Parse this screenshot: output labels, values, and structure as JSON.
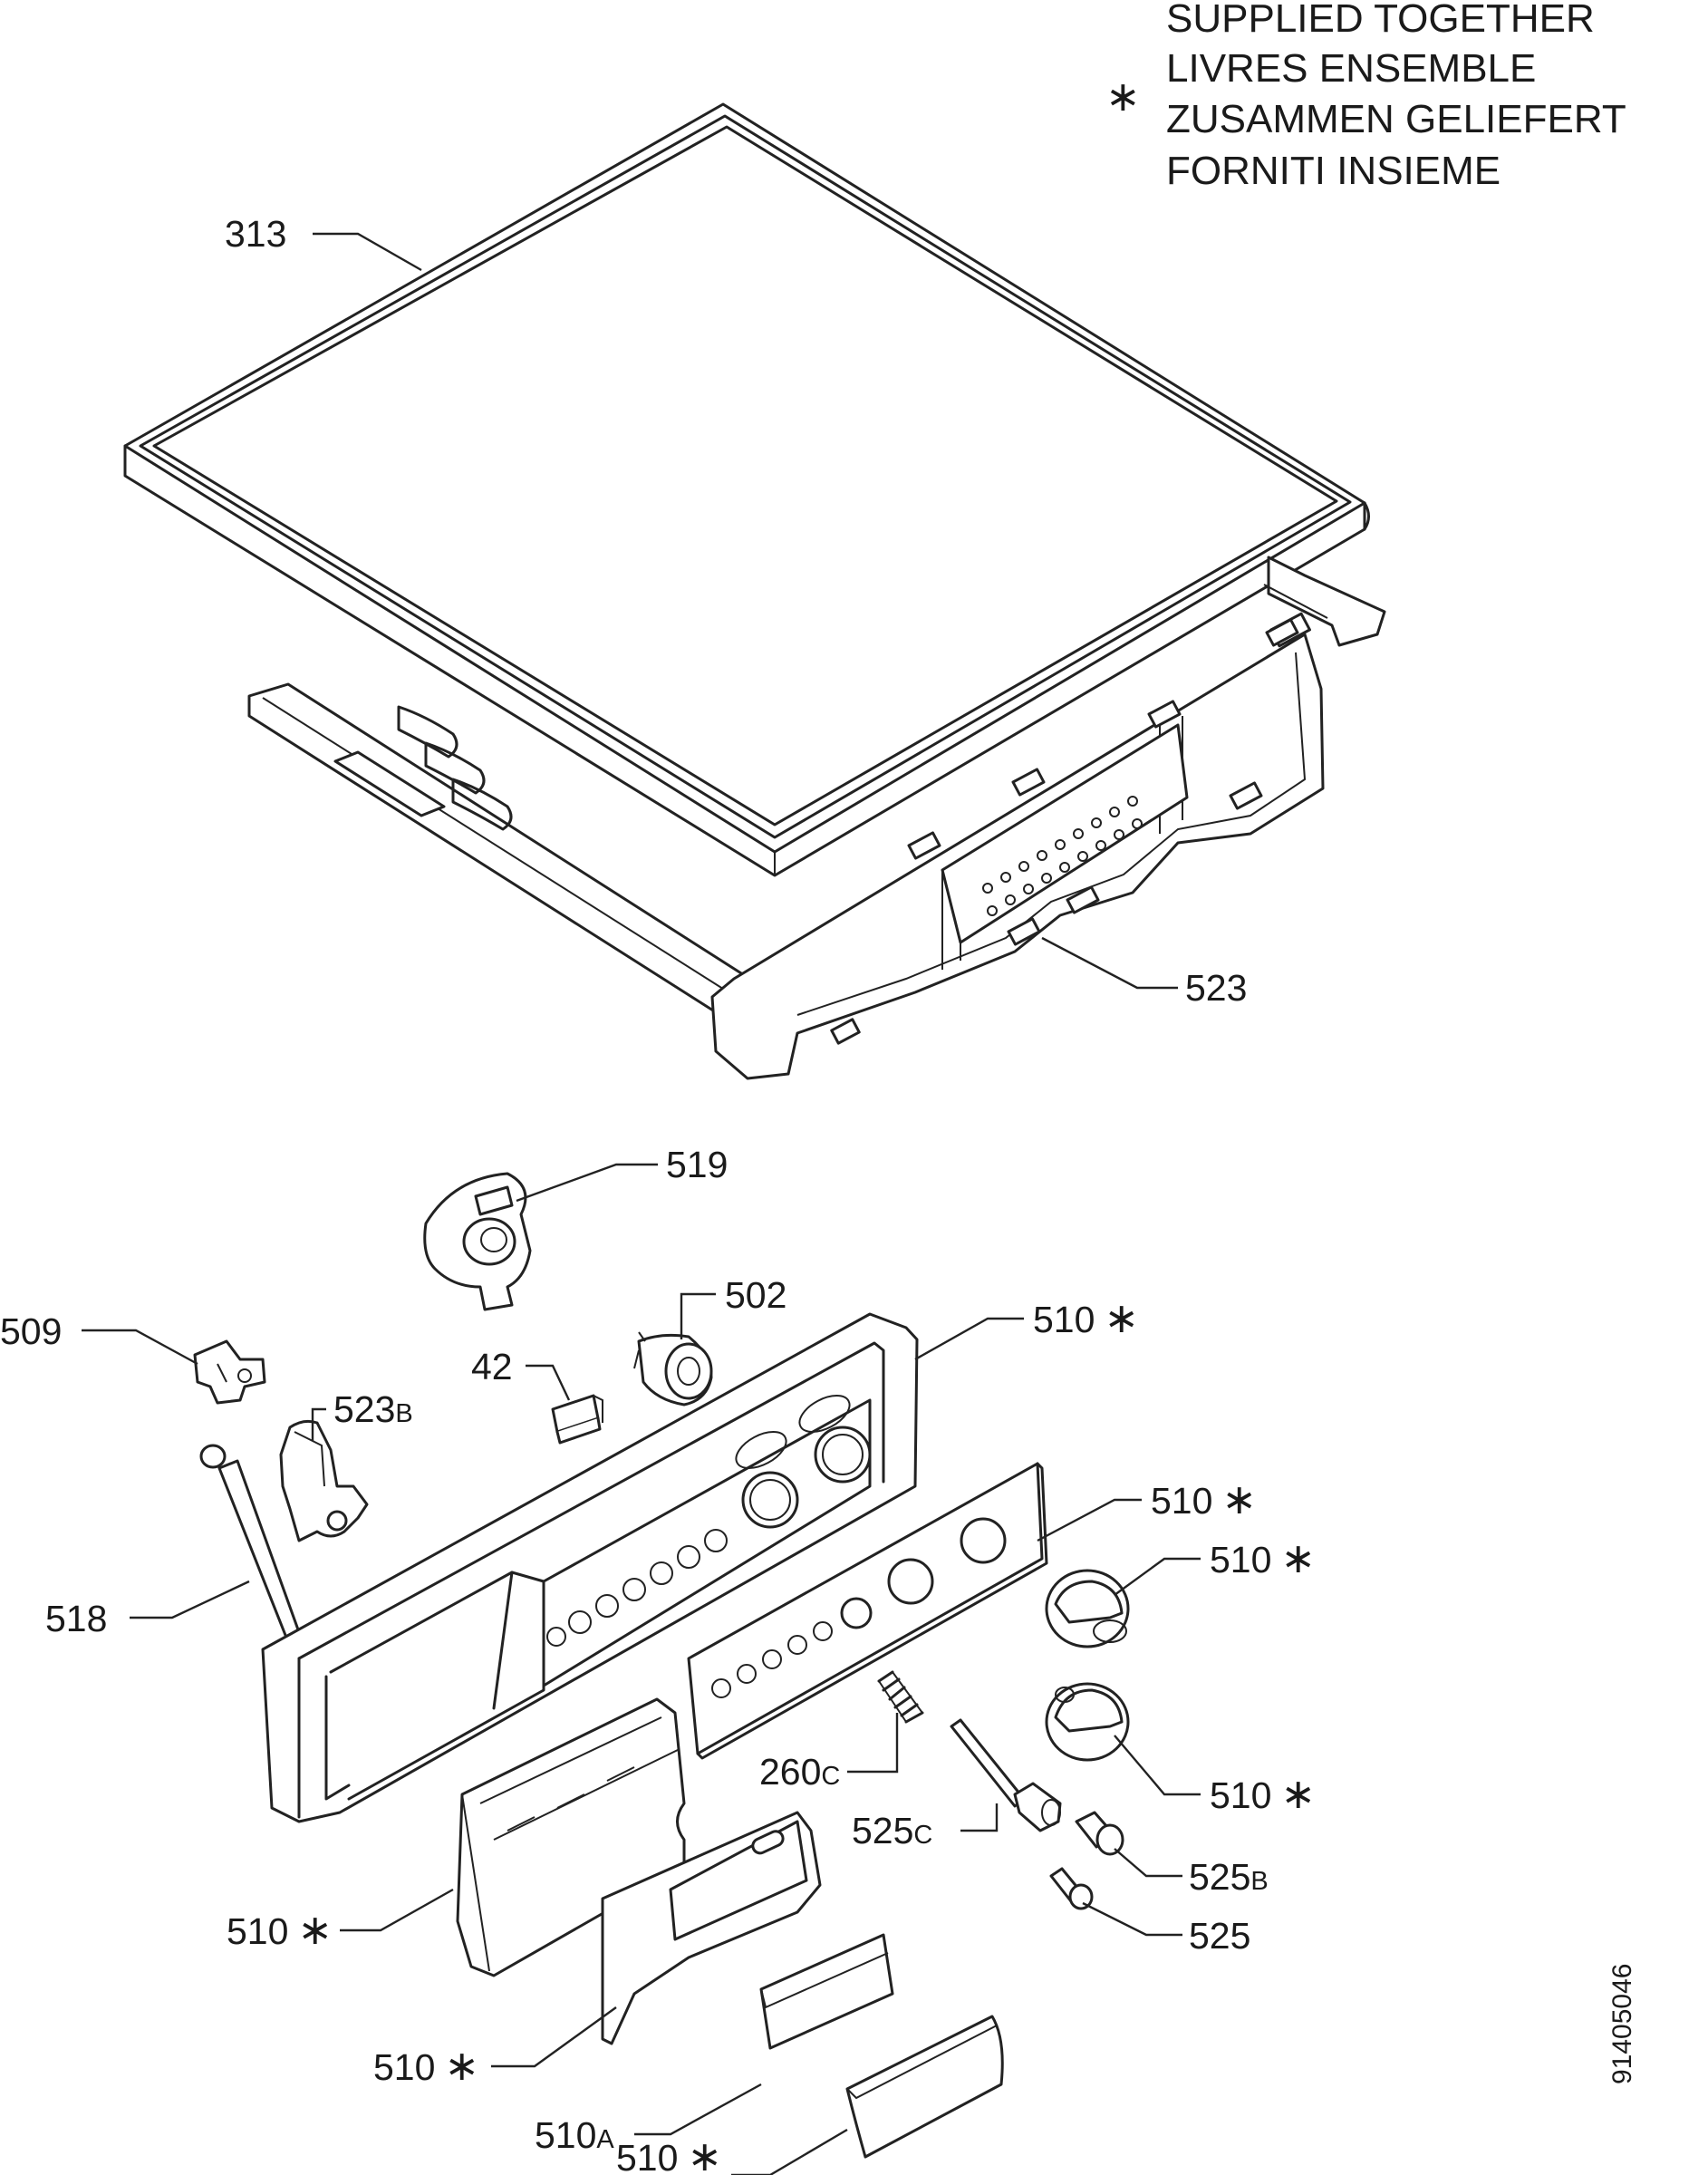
{
  "legend": {
    "symbol": "∗",
    "lines": [
      "SUPPLIED TOGETHER",
      "LIVRES ENSEMBLE",
      "ZUSAMMEN GELIEFERT",
      "FORNITI INSIEME"
    ]
  },
  "drawing_code": "91405046",
  "callouts": {
    "c313": {
      "num": "313"
    },
    "c523": {
      "num": "523"
    },
    "c519": {
      "num": "519"
    },
    "c502": {
      "num": "502"
    },
    "c509": {
      "num": "509"
    },
    "c42": {
      "num": "42"
    },
    "c523b": {
      "num": "523",
      "suffix": "B"
    },
    "c518": {
      "num": "518"
    },
    "c510_panel": {
      "num": "510",
      "star": "∗"
    },
    "c510_plate": {
      "num": "510",
      "star": "∗"
    },
    "c510_knob1": {
      "num": "510",
      "star": "∗"
    },
    "c510_knob2": {
      "num": "510",
      "star": "∗"
    },
    "c260c": {
      "num": "260",
      "suffix": "C"
    },
    "c525c": {
      "num": "525",
      "suffix": "C"
    },
    "c525b": {
      "num": "525",
      "suffix": "B"
    },
    "c525": {
      "num": "525"
    },
    "c510_drawer": {
      "num": "510",
      "star": "∗"
    },
    "c510_handle": {
      "num": "510",
      "star": "∗"
    },
    "c510a": {
      "num": "510",
      "suffix": "A"
    },
    "c510_cap": {
      "num": "510",
      "star": "∗"
    }
  }
}
